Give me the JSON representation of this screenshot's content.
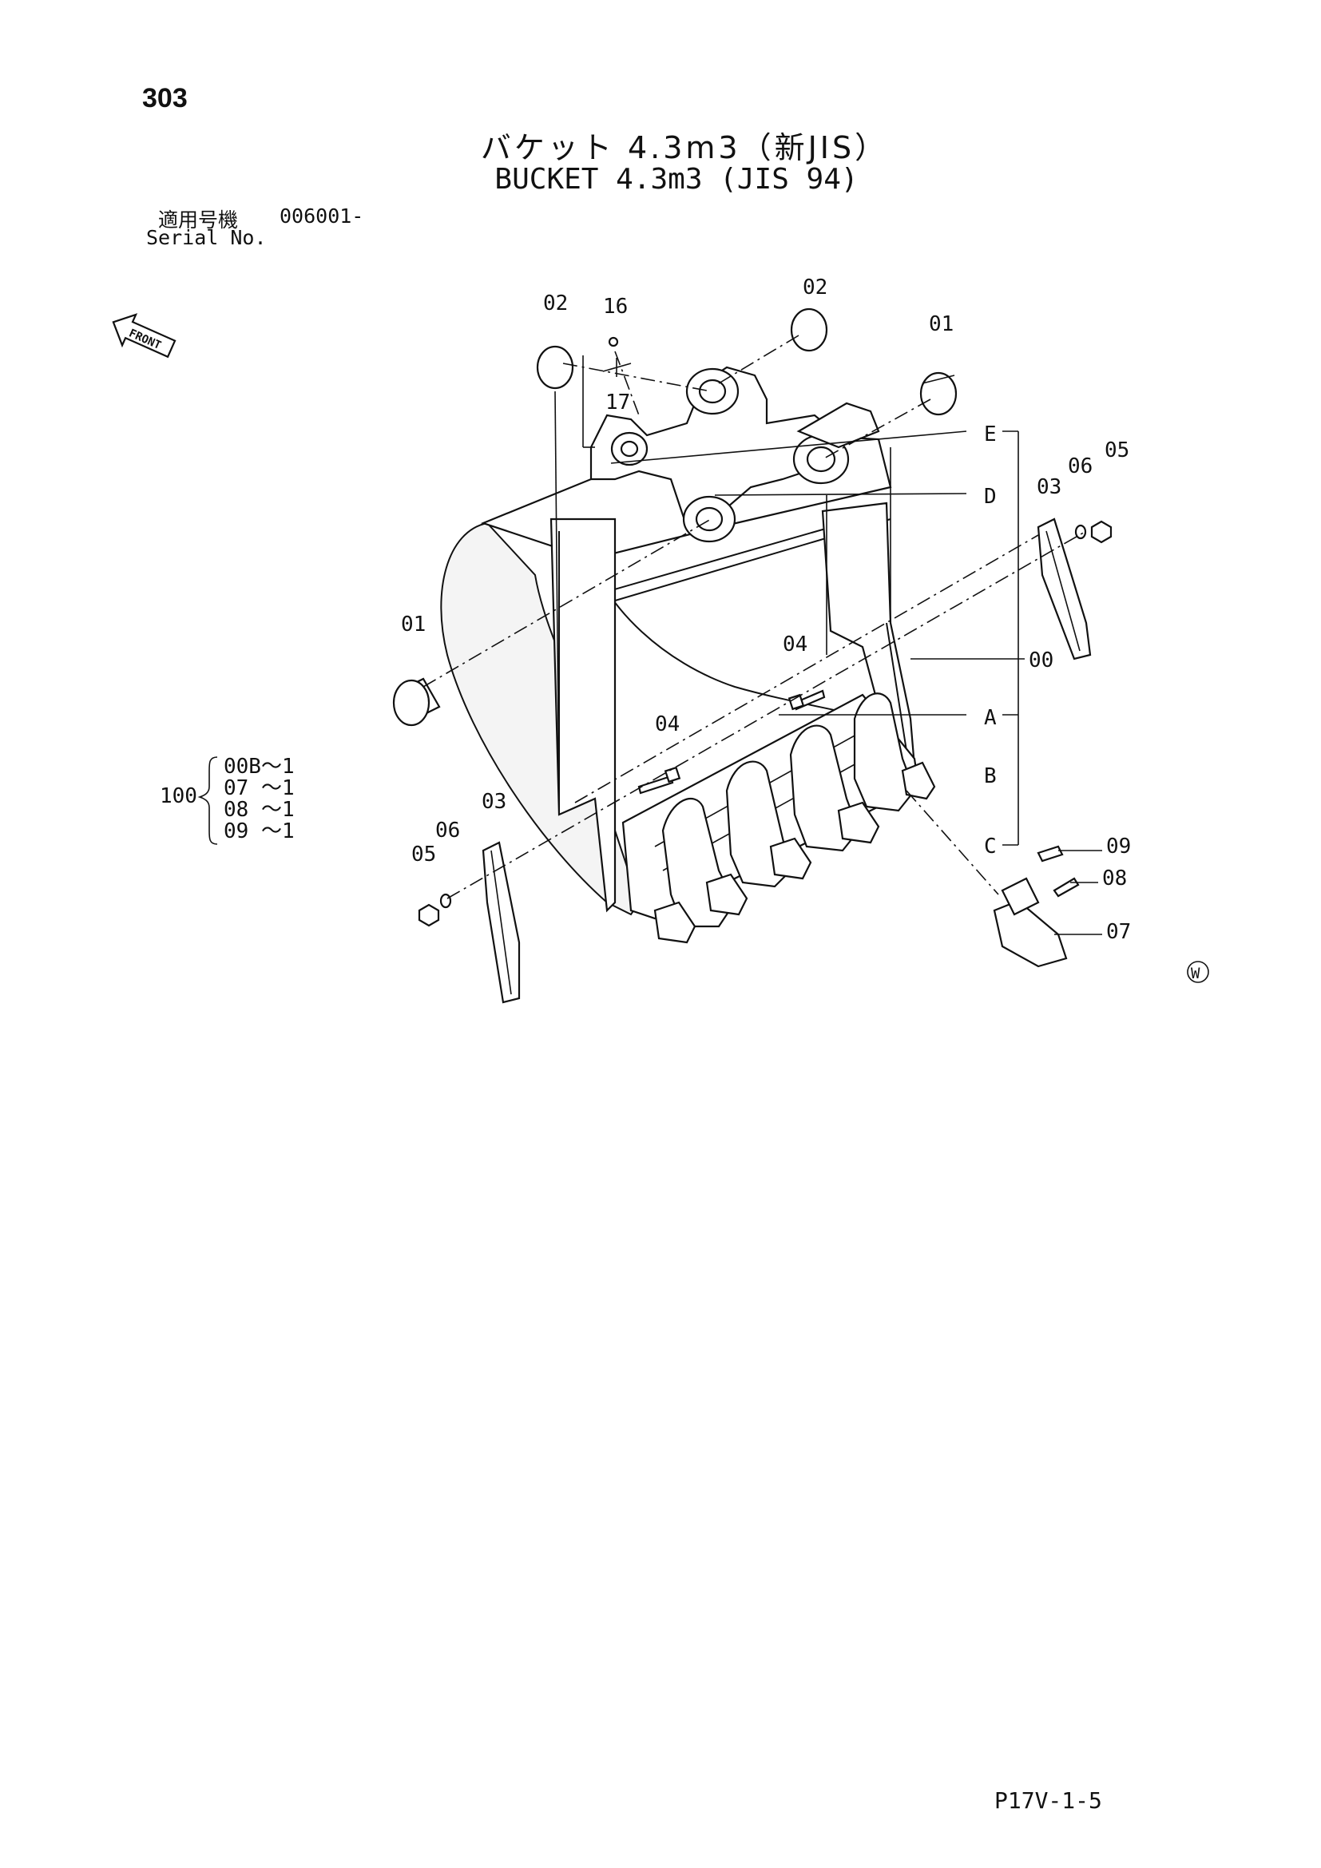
{
  "page_number": "303",
  "title_jp": "バケット 4.3m3（新JIS）",
  "title_en": "BUCKET 4.3m3 (JIS 94)",
  "serial": {
    "label_jp": "適用号機",
    "label_en": "Serial No.",
    "value": "006001-"
  },
  "front_label": "FRONT",
  "doc_code": "P17V-1-5",
  "copyright_mark": "W",
  "callouts": {
    "c00": "00",
    "c01a": "01",
    "c01b": "01",
    "c02a": "02",
    "c02b": "02",
    "c03a": "03",
    "c03b": "03",
    "c04a": "04",
    "c04b": "04",
    "c05a": "05",
    "c05b": "05",
    "c06a": "06",
    "c06b": "06",
    "c07": "07",
    "c08": "08",
    "c09": "09",
    "c16": "16",
    "c17": "17"
  },
  "section_letters": {
    "A": "A",
    "B": "B",
    "C": "C",
    "D": "D",
    "E": "E"
  },
  "assembly": {
    "number": "100",
    "items": [
      "00B～1",
      "07 ～1",
      "08 ～1",
      "09 ～1"
    ]
  }
}
